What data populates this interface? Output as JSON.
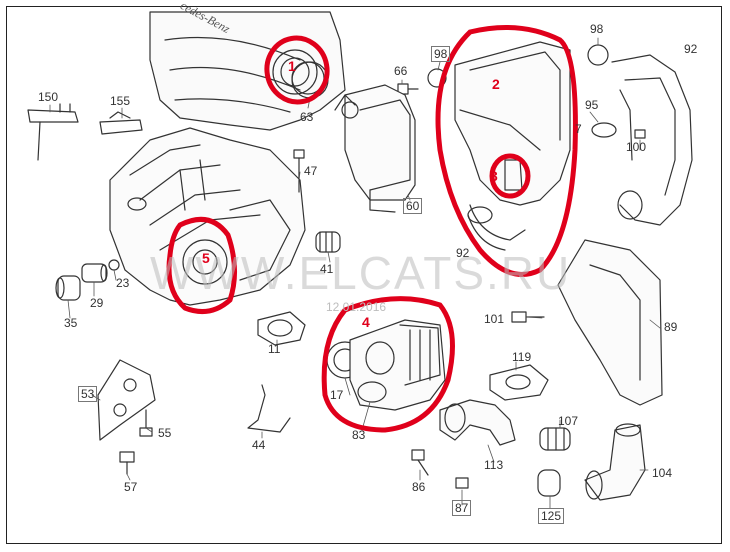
{
  "diagram": {
    "watermark": "WWW.ELCATS.RU",
    "date_stamp": "12.01.2016",
    "logo_text": "cedes-Benz",
    "highlight_color": "#e0001b",
    "line_color": "#333333",
    "part_numbers": {
      "p150": "150",
      "p155": "155",
      "p1": "1",
      "p63": "63",
      "p66": "66",
      "p98a": "98",
      "p98b": "98",
      "p92a": "92",
      "p92b": "92",
      "p95": "95",
      "p100": "100",
      "p7": "7",
      "p47": "47",
      "p60": "60",
      "p41": "41",
      "p23": "23",
      "p29": "29",
      "p35": "35",
      "p101": "101",
      "p89": "89",
      "p11": "11",
      "p119": "119",
      "p53": "53",
      "p55": "55",
      "p57": "57",
      "p44": "44",
      "p17": "17",
      "p83": "83",
      "p107": "107",
      "p113": "113",
      "p86": "86",
      "p87": "87",
      "p125": "125",
      "p104": "104"
    },
    "markers": {
      "m1": "1",
      "m2": "2",
      "m3": "3",
      "m4": "4",
      "m5": "5"
    }
  }
}
